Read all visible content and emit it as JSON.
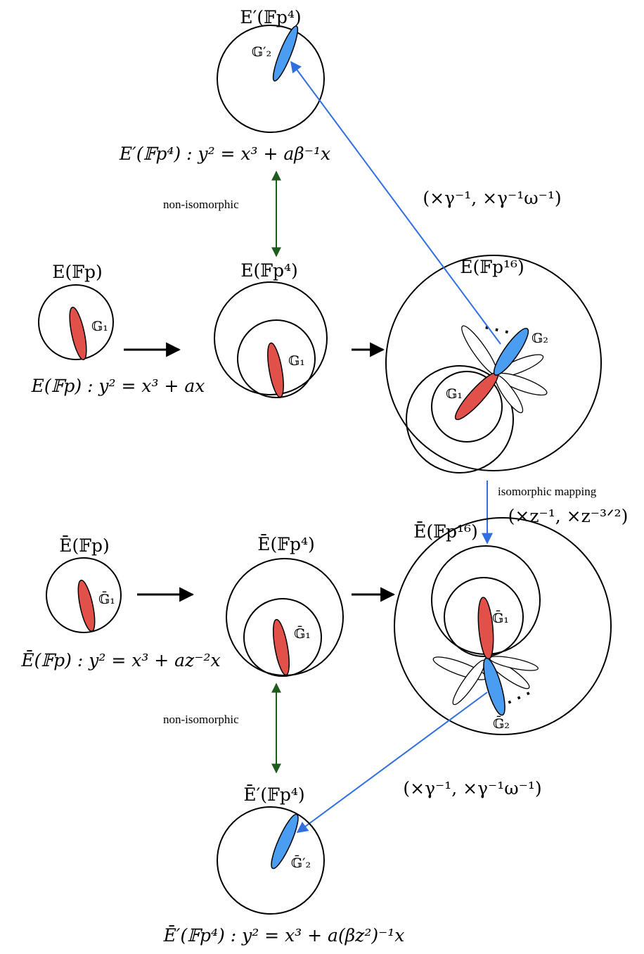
{
  "top": {
    "title": "E′(𝔽p⁴)",
    "group": "𝔾′₂",
    "equation": "E′(𝔽p⁴) : y² = x³ + aβ⁻¹x"
  },
  "middle": {
    "fp_title": "E(𝔽p)",
    "fp_group": "𝔾₁",
    "fp_equation": "E(𝔽p) : y² = x³ + ax",
    "fp4_title": "E(𝔽p⁴)",
    "fp4_group": "𝔾₁",
    "fp16_title": "E(𝔽p¹⁶)",
    "fp16_group1": "𝔾₁",
    "fp16_group2": "𝔾₂",
    "dots": "⋅ ⋅ ⋅"
  },
  "bar": {
    "fp_title": "Ē(𝔽p)",
    "fp_group": "𝔾̄₁",
    "fp_equation": "Ē(𝔽p) : y² = x³ + az⁻²x",
    "fp4_title": "Ē(𝔽p⁴)",
    "fp4_group": "𝔾̄₁",
    "fp16_title": "Ē(𝔽p¹⁶)",
    "fp16_group1": "𝔾̄₁",
    "fp16_group2": "𝔾̄₂",
    "dots": "⋅ ⋅ ⋅"
  },
  "bottom": {
    "title": "Ē′(𝔽p⁴)",
    "group": "𝔾̄′₂",
    "equation": "Ē′(𝔽p⁴) : y² = x³ + a(βz²)⁻¹x"
  },
  "labels": {
    "non_iso_top": "non-isomorphic",
    "non_iso_bottom": "non-isomorphic",
    "iso_mapping": "isomorphic mapping",
    "iso_factor": "(×z⁻¹, ×z⁻³ᐟ²)",
    "twist_factor_top": "(×γ⁻¹, ×γ⁻¹ω⁻¹)",
    "twist_factor_bottom": "(×γ⁻¹, ×γ⁻¹ω⁻¹)"
  },
  "colors": {
    "subgroup_g1": "#e2504a",
    "subgroup_g2": "#4a9df0",
    "arrow_blue": "#2f6fe0",
    "arrow_green": "#1f5a1f"
  }
}
